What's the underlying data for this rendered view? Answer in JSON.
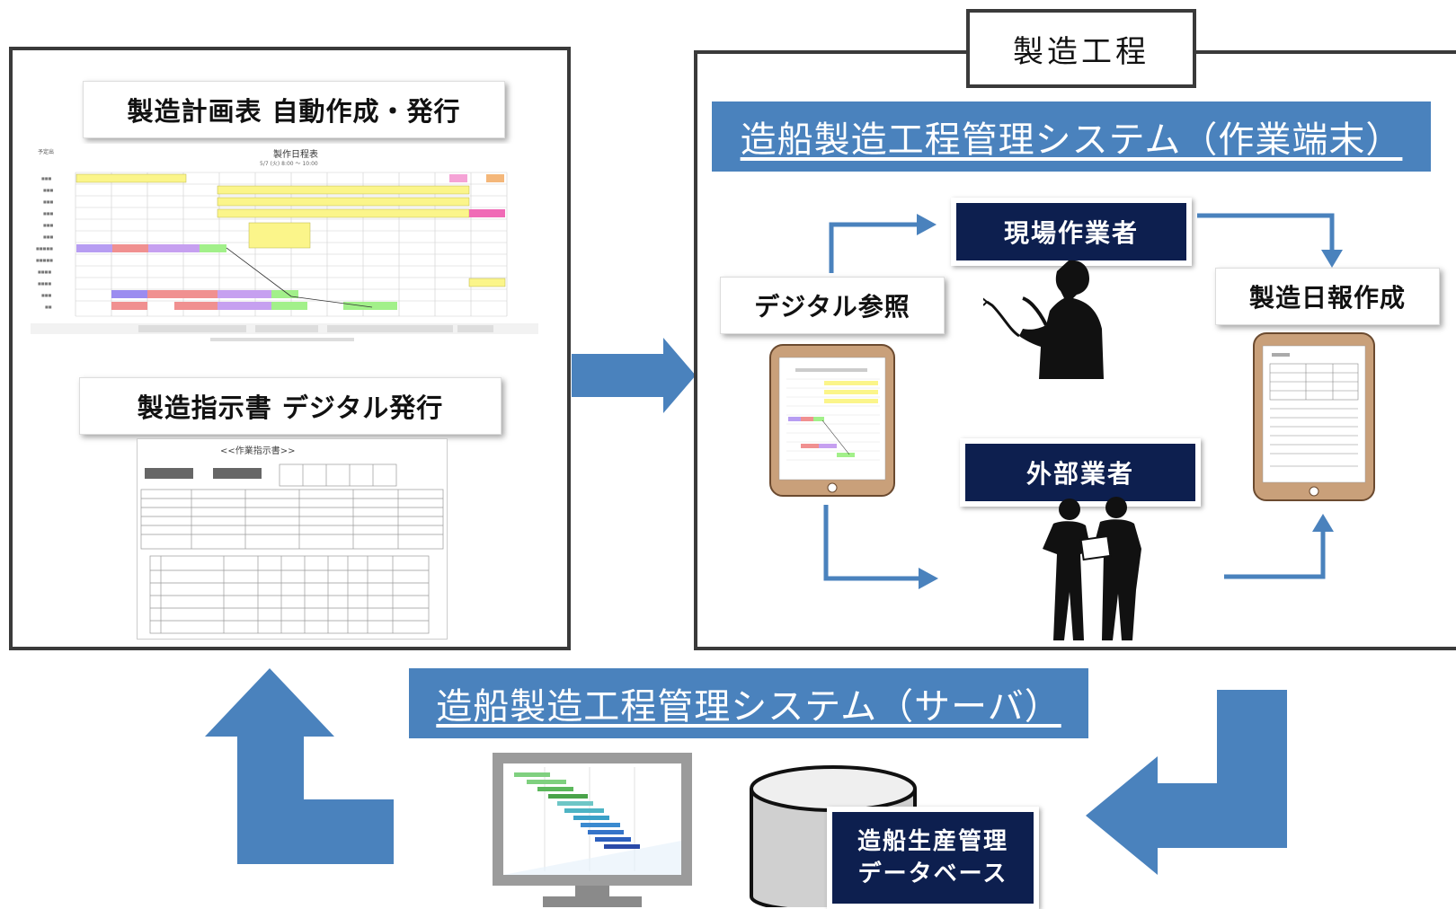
{
  "left_panel": {
    "plan_label": "製造計画表 自動作成・発行",
    "instruction_label": "製造指示書 デジタル発行",
    "schedule_title": "製作日程表",
    "schedule_subtitle": "5/7 (火) 8:00 ～ 10:00",
    "schedule_corner": "予定出",
    "instruction_doc_title": "<<作業指示書>>"
  },
  "right_panel": {
    "tab_label": "製造工程",
    "banner": "造船製造工程管理システム（作業端末）",
    "digital_reference": "デジタル参照",
    "field_worker": "現場作業者",
    "external_vendor": "外部業者",
    "daily_report": "製造日報作成"
  },
  "server": {
    "banner": "造船製造工程管理システム（サーバ）",
    "database_label_line1": "造船生産管理",
    "database_label_line2": "データベース"
  },
  "colors": {
    "accent_blue": "#4a82bd",
    "navy": "#0d1f4f",
    "panel_border": "#3a3a3a"
  },
  "icons": [
    "tablet-icon",
    "welder-silhouette-icon",
    "workers-silhouette-icon",
    "monitor-icon",
    "database-icon"
  ]
}
